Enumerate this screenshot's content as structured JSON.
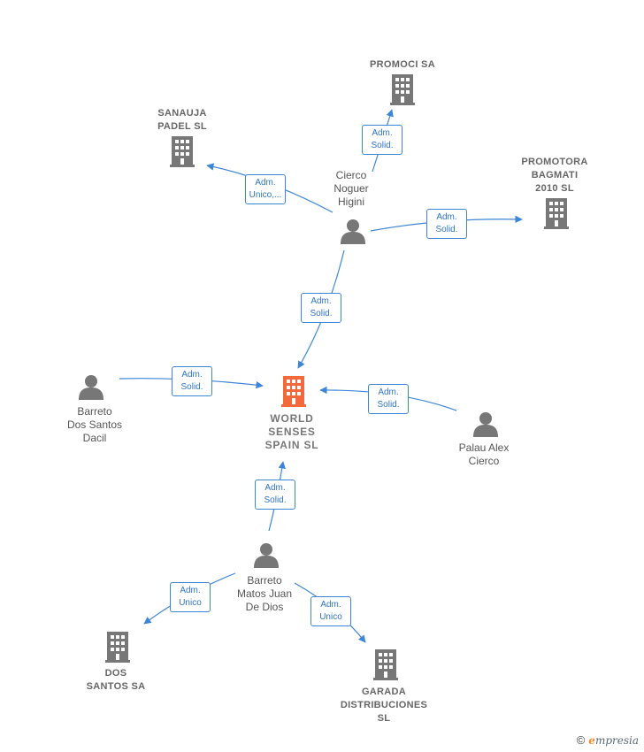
{
  "colors": {
    "edge": "#3d85d6",
    "node_gray": "#777777",
    "center_node": "#f26a3c"
  },
  "nodes": {
    "promoci": {
      "label": "PROMOCI SA",
      "kind": "company",
      "icon": "building-icon"
    },
    "sanauja": {
      "label": "SANAUJA\nPADEL  SL",
      "kind": "company",
      "icon": "building-icon"
    },
    "bagmati": {
      "label": "PROMOTORA\nBAGMATI\n2010 SL",
      "kind": "company",
      "icon": "building-icon"
    },
    "cierco": {
      "label": "Cierco\nNoguer\nHigini",
      "kind": "person",
      "icon": "person-icon"
    },
    "world": {
      "label": "WORLD\nSENSES\nSPAIN  SL",
      "kind": "center-company",
      "icon": "building-icon"
    },
    "barreto_dacil": {
      "label": "Barreto\nDos Santos\nDacil",
      "kind": "person",
      "icon": "person-icon"
    },
    "palau": {
      "label": "Palau Alex\nCierco",
      "kind": "person",
      "icon": "person-icon"
    },
    "barreto_juan": {
      "label": "Barreto\nMatos Juan\nDe Dios",
      "kind": "person",
      "icon": "person-icon"
    },
    "dos_santos": {
      "label": "DOS\nSANTOS SA",
      "kind": "company",
      "icon": "building-icon"
    },
    "garada": {
      "label": "GARADA\nDISTRIBUCIONES\nSL",
      "kind": "company",
      "icon": "building-icon"
    }
  },
  "edges": [
    {
      "id": "e1",
      "role": "Adm.\nSolid.",
      "from": "cierco",
      "to": "promoci"
    },
    {
      "id": "e2",
      "role": "Adm.\nUnico,...",
      "from": "cierco",
      "to": "sanauja"
    },
    {
      "id": "e3",
      "role": "Adm.\nSolid.",
      "from": "cierco",
      "to": "bagmati"
    },
    {
      "id": "e4",
      "role": "Adm.\nSolid.",
      "from": "cierco",
      "to": "world"
    },
    {
      "id": "e5",
      "role": "Adm.\nSolid.",
      "from": "barreto_dacil",
      "to": "world"
    },
    {
      "id": "e6",
      "role": "Adm.\nSolid.",
      "from": "palau",
      "to": "world"
    },
    {
      "id": "e7",
      "role": "Adm.\nSolid.",
      "from": "barreto_juan",
      "to": "world"
    },
    {
      "id": "e8",
      "role": "Adm.\nUnico",
      "from": "barreto_juan",
      "to": "dos_santos"
    },
    {
      "id": "e9",
      "role": "Adm.\nUnico",
      "from": "barreto_juan",
      "to": "garada"
    }
  ],
  "footer": {
    "copyright_symbol": "©",
    "brand_initial": "e",
    "brand_rest": "mpresia"
  }
}
